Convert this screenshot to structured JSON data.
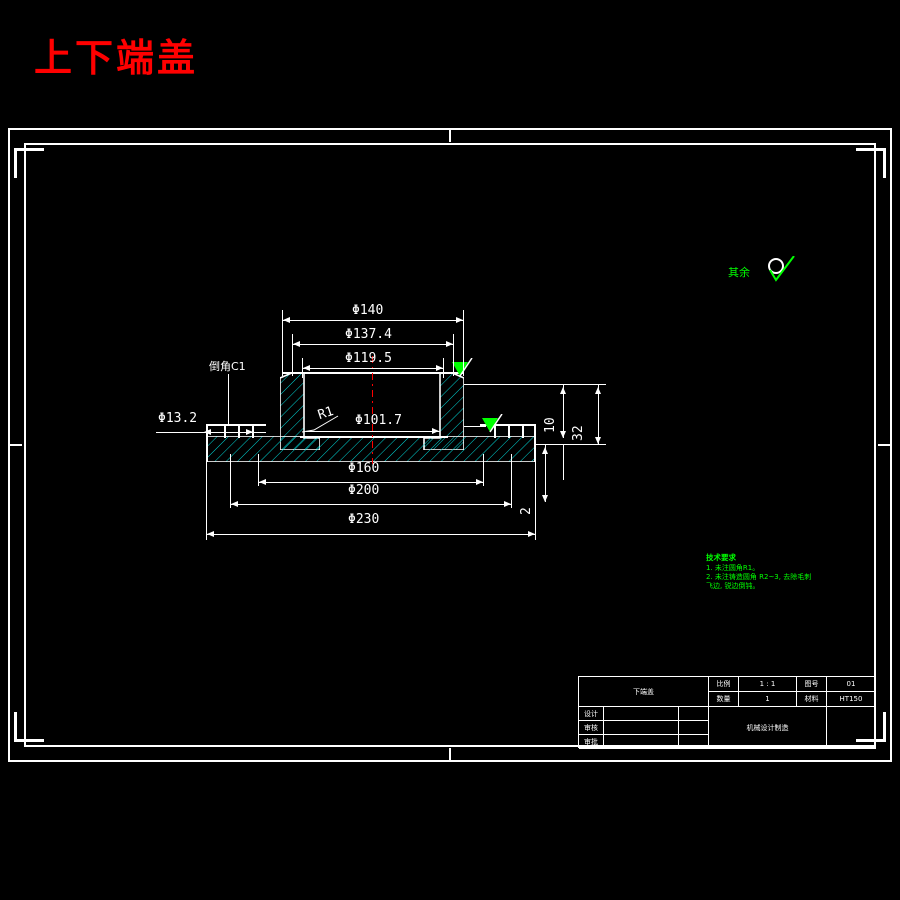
{
  "document": {
    "title": "上下端盖",
    "title_color": "#ff0000",
    "background_color": "#000000",
    "line_color": "#ffffff",
    "hatch_color": "#00d8d8",
    "annotation_color": "#00ff00",
    "centerline_color": "#ff0000"
  },
  "drawing": {
    "type": "mechanical-part-section-view",
    "part_description": "端盖 (end cap) cross-section with flange",
    "dimensions_top": [
      {
        "label": "Φ140",
        "value": 140,
        "name": "diameter-140"
      },
      {
        "label": "Φ137.4",
        "value": 137.4,
        "name": "diameter-137-4"
      },
      {
        "label": "Φ119.5",
        "value": 119.5,
        "name": "diameter-119-5"
      }
    ],
    "dimensions_middle": [
      {
        "label": "Φ101.7",
        "value": 101.7,
        "name": "diameter-101-7"
      },
      {
        "label": "R1",
        "value": 1,
        "name": "radius-r1"
      }
    ],
    "dimensions_bottom": [
      {
        "label": "Φ160",
        "value": 160,
        "name": "diameter-160"
      },
      {
        "label": "Φ200",
        "value": 200,
        "name": "diameter-200"
      },
      {
        "label": "Φ230",
        "value": 230,
        "name": "diameter-230"
      }
    ],
    "dimensions_left": [
      {
        "label": "Φ13.2",
        "value": 13.2,
        "name": "diameter-13-2"
      },
      {
        "label": "倒角C1",
        "value": "C1",
        "name": "chamfer-c1"
      }
    ],
    "dimensions_vertical": [
      {
        "label": "10",
        "value": 10,
        "name": "height-10"
      },
      {
        "label": "32",
        "value": 32,
        "name": "height-32"
      },
      {
        "label": "2",
        "value": 2,
        "name": "thickness-2"
      }
    ]
  },
  "surface_finish": {
    "label": "其余",
    "symbol": "circle-check",
    "note": "remainder surface finish"
  },
  "technical_notes": {
    "heading": "技术要求",
    "items": [
      "1. 未注圆角R1。",
      "2. 未注铸造圆角 R2~3, 去除毛刺飞边, 锐边倒钝。"
    ]
  },
  "title_block": {
    "part_name": "下端盖",
    "rows": [
      {
        "key": "比例",
        "value": "1 : 1",
        "name": "scale"
      },
      {
        "key": "图号",
        "value": "01",
        "name": "drawing-number"
      },
      {
        "key": "数量",
        "value": "1",
        "name": "quantity"
      },
      {
        "key": "材料",
        "value": "HT150",
        "name": "material"
      }
    ],
    "signature_rows": [
      {
        "key": "设计",
        "name": "designer"
      },
      {
        "key": "审核",
        "name": "reviewer"
      },
      {
        "key": "审批",
        "name": "approver"
      }
    ],
    "org": "机械设计制造"
  }
}
